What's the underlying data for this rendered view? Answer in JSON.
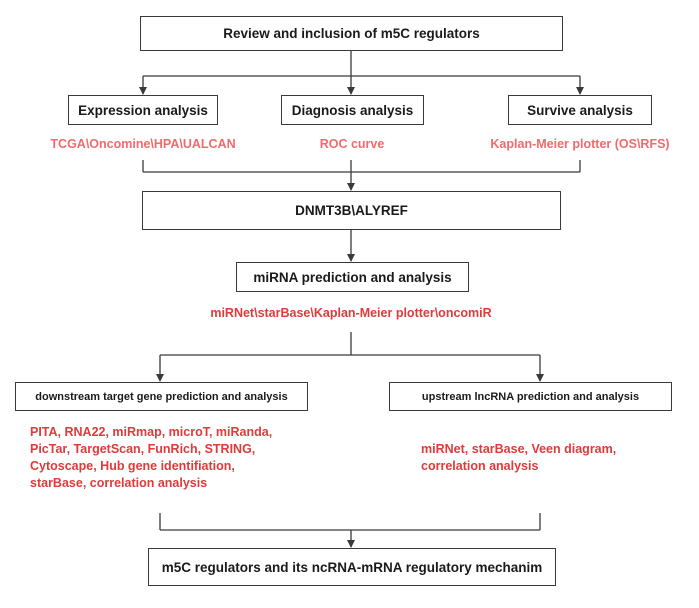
{
  "nodes": {
    "review": "Review and inclusion of m5C regulators",
    "expression": "Expression analysis",
    "diagnosis": "Diagnosis analysis",
    "survive": "Survive analysis",
    "dnmt": "DNMT3B\\ALYREF",
    "mirna": "miRNA prediction and analysis",
    "downstream": "downstream target gene prediction and analysis",
    "upstream": "upstream lncRNA prediction and analysis",
    "final": "m5C regulators and its ncRNA-mRNA regulatory mechanim"
  },
  "notes": {
    "expression_tools": "TCGA\\Oncomine\\HPA\\UALCAN",
    "diagnosis_tools": "ROC curve",
    "survive_tools": "Kaplan-Meier plotter (OS\\RFS)",
    "mirna_tools": "miRNet\\starBase\\Kaplan-Meier plotter\\oncomiR",
    "downstream_tools": [
      "PITA, RNA22, miRmap, microT, miRanda,",
      "PicTar, TargetScan, FunRich, STRING,",
      "Cytoscape, Hub gene identifiation,",
      "starBase, correlation analysis"
    ],
    "upstream_tools": [
      "miRNet, starBase, Veen diagram,",
      "correlation analysis"
    ]
  },
  "colors": {
    "box_border": "#3a3a3a",
    "tool_text_red": "#e03a3a",
    "tool_text_salmon": "#f06b6b"
  }
}
